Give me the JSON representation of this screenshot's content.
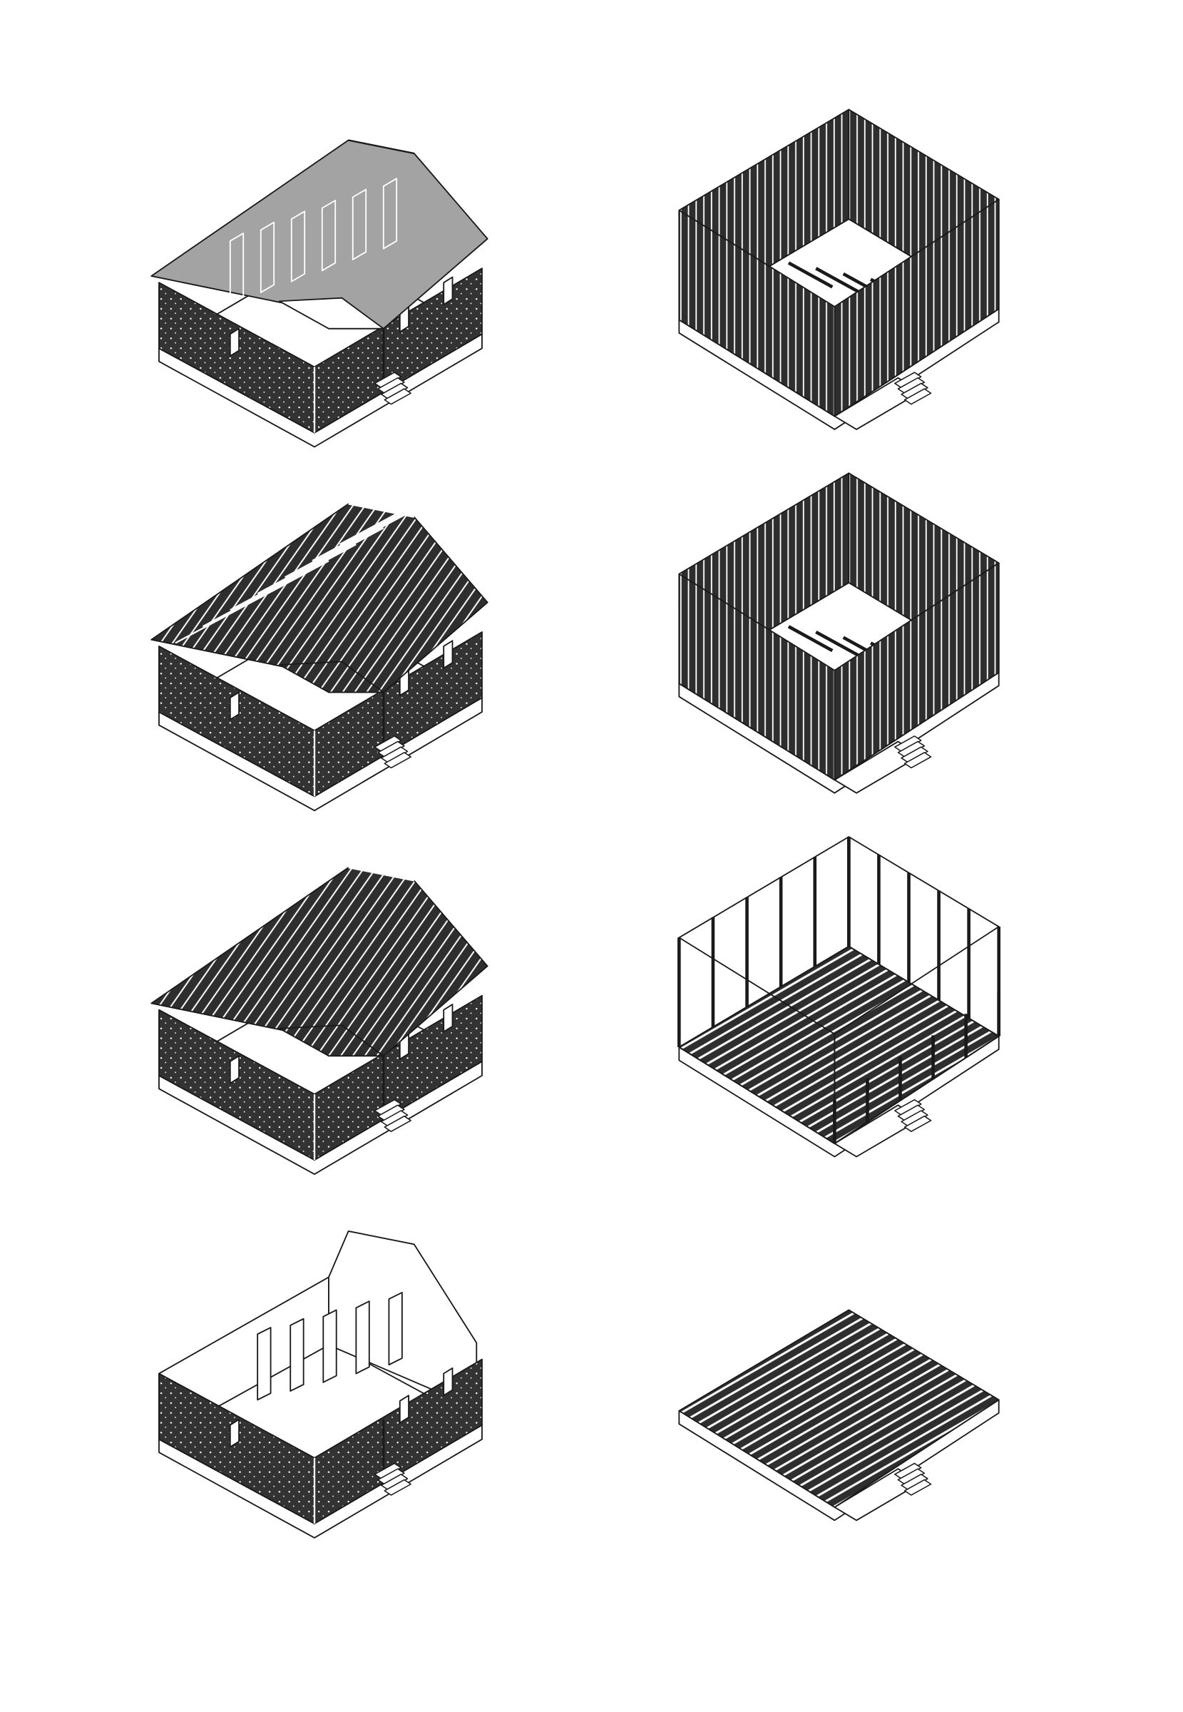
{
  "colors": {
    "background": "#ffffff",
    "roof_sheathing": "#a3a3a3",
    "framing_dark": "#2e2e2e",
    "line": "#1a1a1a"
  },
  "panels": [
    {
      "column": "left",
      "roof": "sheathed"
    },
    {
      "column": "left",
      "roof": "rafters-dense"
    },
    {
      "column": "left",
      "roof": "rafters"
    },
    {
      "column": "left",
      "roof": "none"
    },
    {
      "column": "right",
      "walls": "full"
    },
    {
      "column": "right",
      "walls": "full"
    },
    {
      "column": "right",
      "walls": "frame"
    },
    {
      "column": "right",
      "walls": "none"
    }
  ]
}
